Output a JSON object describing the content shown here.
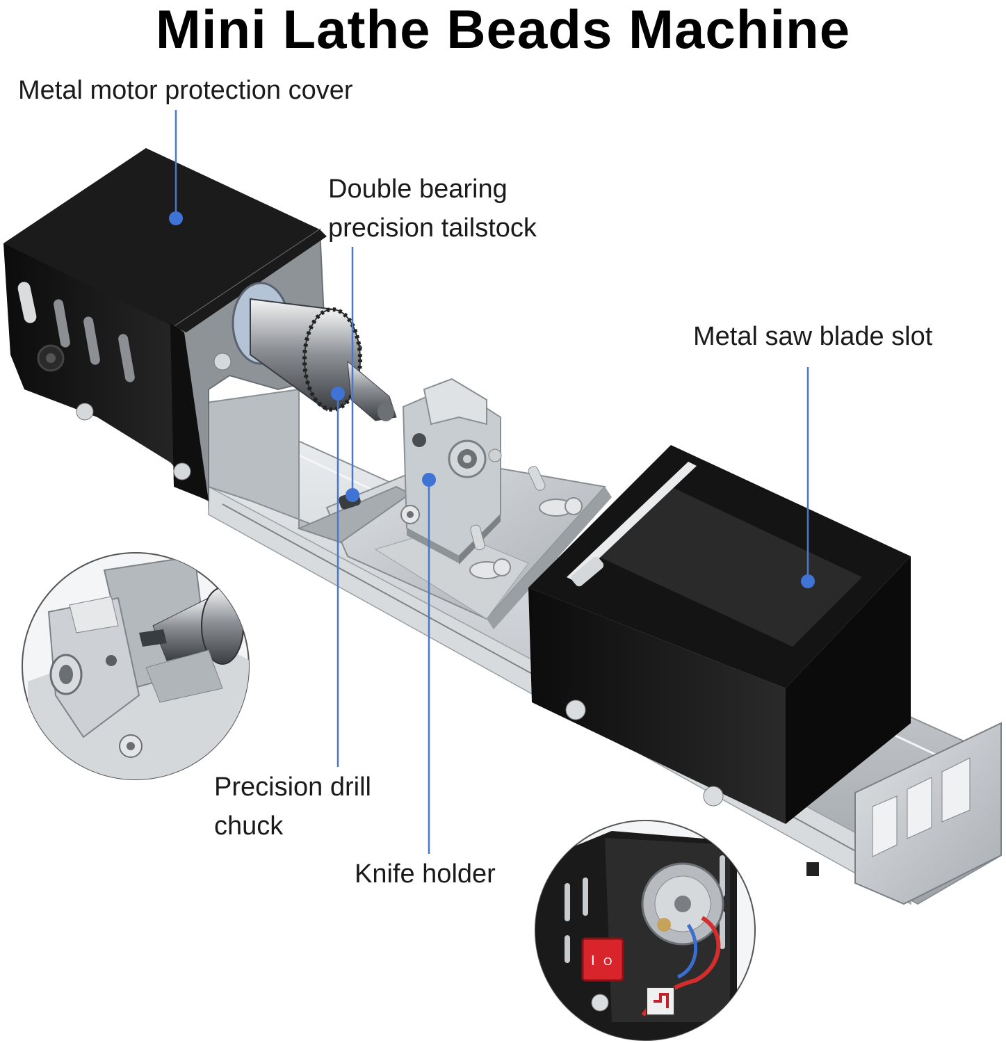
{
  "title": "Mini Lathe Beads Machine",
  "callouts": {
    "motor_cover": "Metal motor protection cover",
    "tailstock_line1": "Double bearing",
    "tailstock_line2": "precision tailstock",
    "saw_slot": "Metal saw blade slot",
    "chuck_line1": "Precision drill",
    "chuck_line2": "chuck",
    "knife_holder": "Knife holder"
  },
  "switch": {
    "on_symbol": "I",
    "off_symbol": "O"
  },
  "colors": {
    "callout_line": "#4a78c8",
    "callout_dot": "#3f73d6",
    "cover_black": "#151515",
    "aluminum": "#c9cdd2",
    "switch_red": "#d8242b"
  }
}
